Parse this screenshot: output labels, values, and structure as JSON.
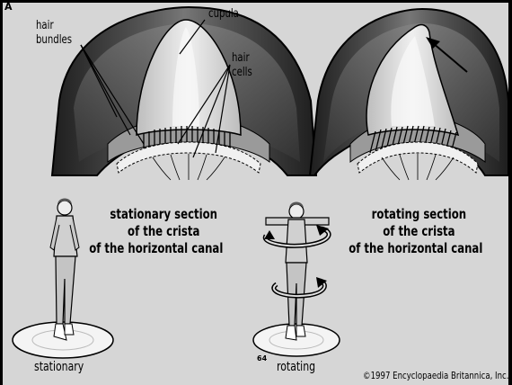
{
  "figure_letter": "A",
  "left_panel": {
    "labels": {
      "hair_bundles": [
        "hair",
        "bundles"
      ],
      "cupula": "cupula",
      "hair_cells": [
        "hair",
        "cells"
      ]
    },
    "caption": [
      "stationary section",
      "of the crista",
      "of the horizontal canal"
    ],
    "figure_label": "stationary"
  },
  "right_panel": {
    "caption": [
      "rotating section",
      "of the crista",
      "of the horizontal canal"
    ],
    "figure_label": "rotating"
  },
  "page_number": "64",
  "copyright": "©1997 Encyclopaedia Britannica, Inc.",
  "colors": {
    "background": "#d6d6d6",
    "canal_dark": "#2a2a2a",
    "canal_mid": "#6e6e6e",
    "cupula_light": "#e6e6e6",
    "platform": "#f4f4f4"
  }
}
